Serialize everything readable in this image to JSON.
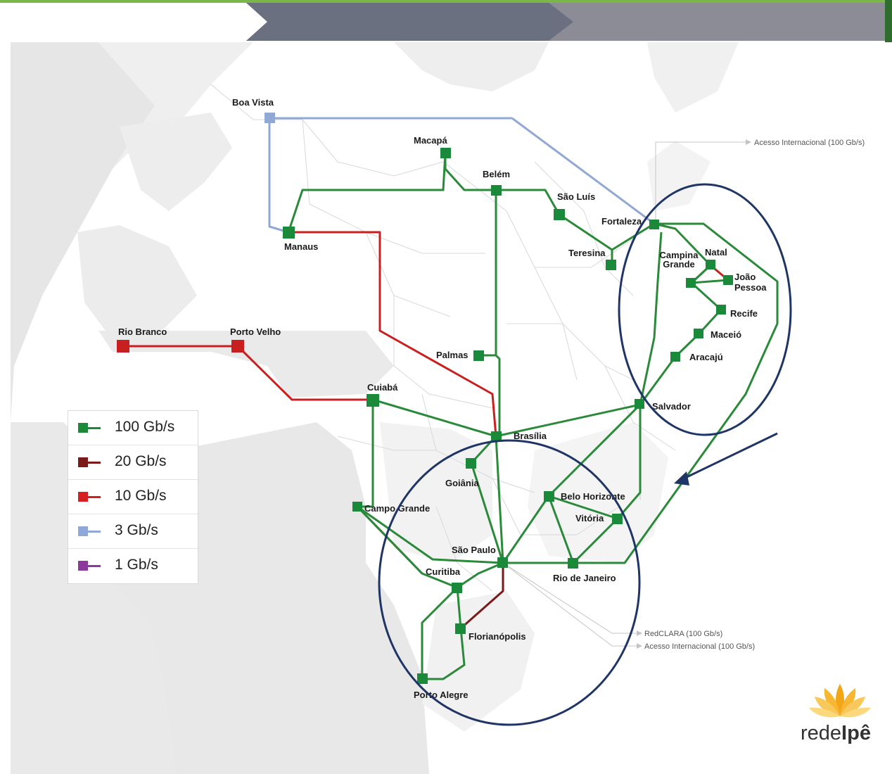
{
  "map": {
    "cities": {
      "boa_vista": "Boa Vista",
      "macapa": "Macapá",
      "belem": "Belém",
      "sao_luis": "São Luís",
      "fortaleza": "Fortaleza",
      "manaus": "Manaus",
      "teresina": "Teresina",
      "natal": "Natal",
      "campina_grande": "Campina Grande",
      "joao_pessoa": "João Pessoa",
      "recife": "Recife",
      "maceio": "Maceió",
      "aracaju": "Aracajú",
      "rio_branco": "Rio Branco",
      "porto_velho": "Porto Velho",
      "palmas": "Palmas",
      "cuiaba": "Cuiabá",
      "salvador": "Salvador",
      "brasilia": "Brasília",
      "goiania": "Goiânia",
      "campo_grande": "Campo Grande",
      "belo_horizonte": "Belo Horizonte",
      "vitoria": "Vitória",
      "sao_paulo": "São Paulo",
      "curitiba": "Curitiba",
      "rio_de_janeiro": "Rio de Janeiro",
      "florianopolis": "Florianópolis",
      "porto_alegre": "Porto Alegre"
    },
    "international": {
      "north": "Acesso Internacional (100 Gb/s)",
      "redclara": "RedCLARA (100 Gb/s)",
      "south": "Acesso Internacional (100 Gb/s)"
    }
  },
  "legend": [
    {
      "label": "100 Gb/s",
      "color": "#1a8a3a"
    },
    {
      "label": "20 Gb/s",
      "color": "#7a1a1a"
    },
    {
      "label": "10 Gb/s",
      "color": "#d42020"
    },
    {
      "label": "3 Gb/s",
      "color": "#8fa8d8"
    },
    {
      "label": "1 Gb/s",
      "color": "#8a3a9a"
    }
  ],
  "logo": {
    "prefix": "rede",
    "brand": "Ipê"
  },
  "colors": {
    "link_100": "#2a8a3a",
    "link_20": "#7a1a1a",
    "link_10": "#c82020",
    "link_3": "#92a8d4",
    "node_green": "#1a8a3a",
    "highlight_ellipse": "#1f3566",
    "header_dark": "#6b7080",
    "header_light": "#8c8c96",
    "accent_bar": "#7ab648"
  }
}
